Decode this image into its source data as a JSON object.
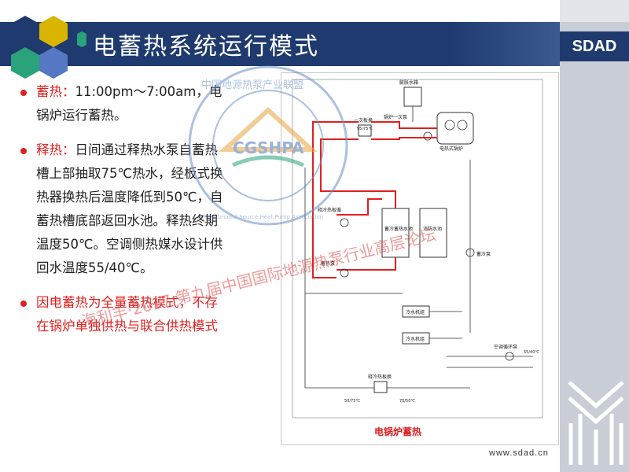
{
  "title": "电蓄热系统运行模式",
  "brand": "SDAD",
  "url": "www.sdad.cn",
  "bullets": [
    {
      "label": "蓄热：",
      "line1": "11:00pm～7:00am，电",
      "line2": "锅炉运行蓄热。"
    },
    {
      "label": "释热：",
      "line1": "日间通过释热水泵自蓄热",
      "line2": "槽上部抽取75℃热水，经板式换",
      "line3": "热器换热后温度降低到50℃，自",
      "line4": "蓄热槽底部返回水池。释热终期",
      "line5": "温度50℃。空调侧热媒水设计供",
      "line6": "回水温度55/40℃。"
    },
    {
      "line1": "因电蓄热为全量蓄热模式，不存",
      "line2": "在锅炉单独供热与联合供热模式"
    }
  ],
  "watermark": {
    "seal_text": "中国地源热泵产业联盟",
    "seal_abbr": "CGSHPA",
    "seal_en": "China Ground Source Heat Pump Association",
    "diagonal_text": "海利丰·2017 第九届中国国际地源热泵行业高层论坛"
  },
  "diagram": {
    "caption": "电锅炉蓄热",
    "labels": {
      "expansion_tank": "膨胀水箱",
      "plate_hx_1": "一次板换",
      "boiler_pump": "锅炉一次泵",
      "electric_boiler": "电热式锅炉",
      "release_pump": "释冷热板循",
      "storage_pump": "蓄热泵",
      "tank_a": "蓄冷蓄热水池",
      "tank_b": "消防水池",
      "chiller_1": "冷水机组",
      "chiller_2": "冷水机组",
      "ac_circ": "空调循环泵",
      "charge_pump": "蓄冷泵",
      "release_hx": "释冷热板换",
      "t1": "95/75℃",
      "t2": "55/40℃",
      "t3": "50/75℃",
      "t4": "75/50℃"
    }
  },
  "colors": {
    "header": "#1e3a6e",
    "accent": "#e02020",
    "panel": "#c9ced6",
    "pipe_hot": "#e02020"
  }
}
